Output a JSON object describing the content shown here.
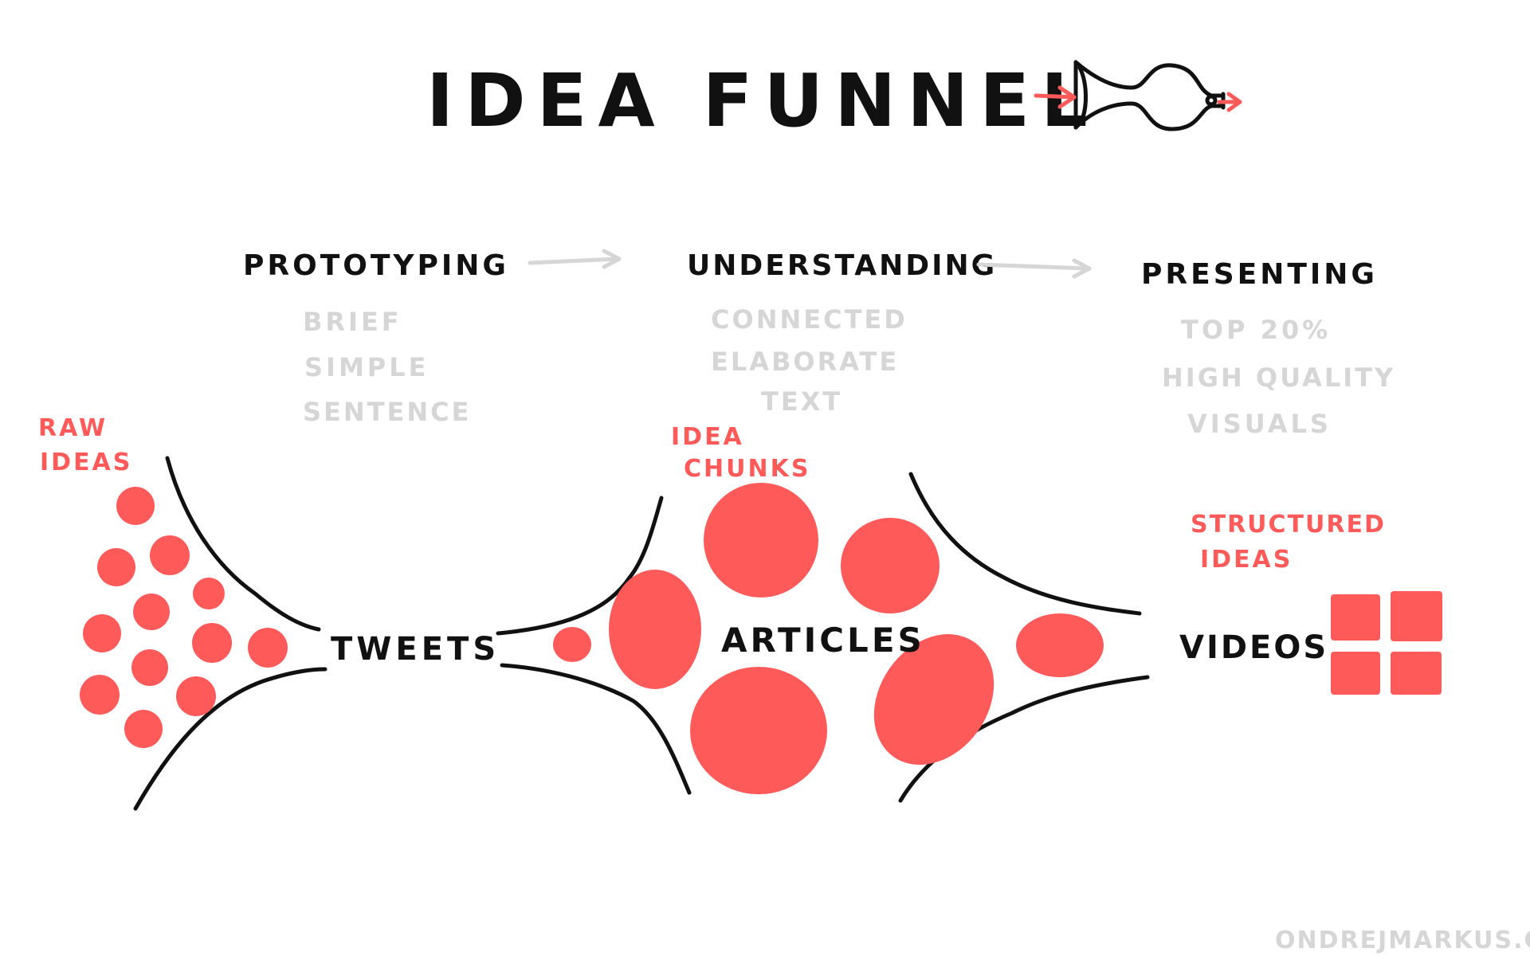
{
  "title": "IDEA FUNNEL",
  "colors": {
    "ink": "#111111",
    "accent": "#ff5a5a",
    "muted": "#d6d6d6"
  },
  "stages": [
    {
      "heading": "PROTOTYPING",
      "traits": [
        "BRIEF",
        "SIMPLE",
        "SENTENCE"
      ]
    },
    {
      "heading": "UNDERSTANDING",
      "traits": [
        "CONNECTED",
        "ELABORATE",
        "TEXT"
      ]
    },
    {
      "heading": "PRESENTING",
      "traits": [
        "TOP 20%",
        "HIGH QUALITY",
        "VISUALS"
      ]
    }
  ],
  "annotations": {
    "raw_ideas": [
      "RAW",
      "IDEAS"
    ],
    "idea_chunks": [
      "IDEA",
      "CHUNKS"
    ],
    "structured_ideas": [
      "STRUCTURED",
      "IDEAS"
    ]
  },
  "outputs": {
    "tweets": "TWEETS",
    "articles": "ARTICLES",
    "videos": "VIDEOS"
  },
  "footer": "ONDREJMARKUS.COM",
  "icons": {
    "title_icon": "funnel-icon",
    "arrow": "arrow-right-icon"
  }
}
